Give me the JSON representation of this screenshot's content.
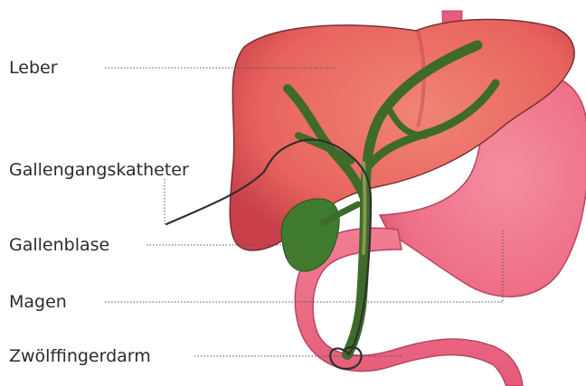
{
  "labels": {
    "leber": "Leber",
    "gallengangskatheter": "Gallengangskatheter",
    "gallenblase": "Gallenblase",
    "magen": "Magen",
    "zwoelffingerdarm": "Zwölffingerdarm"
  },
  "colors": {
    "liver": "#e8645f",
    "liver_dark": "#c9404a",
    "stomach": "#ee6f87",
    "stomach_light": "#f48ea0",
    "bile_duct": "#3e6b2a",
    "gallbladder": "#3f7a2e",
    "catheter": "#2f2f2f",
    "leader_line": "#555555"
  }
}
